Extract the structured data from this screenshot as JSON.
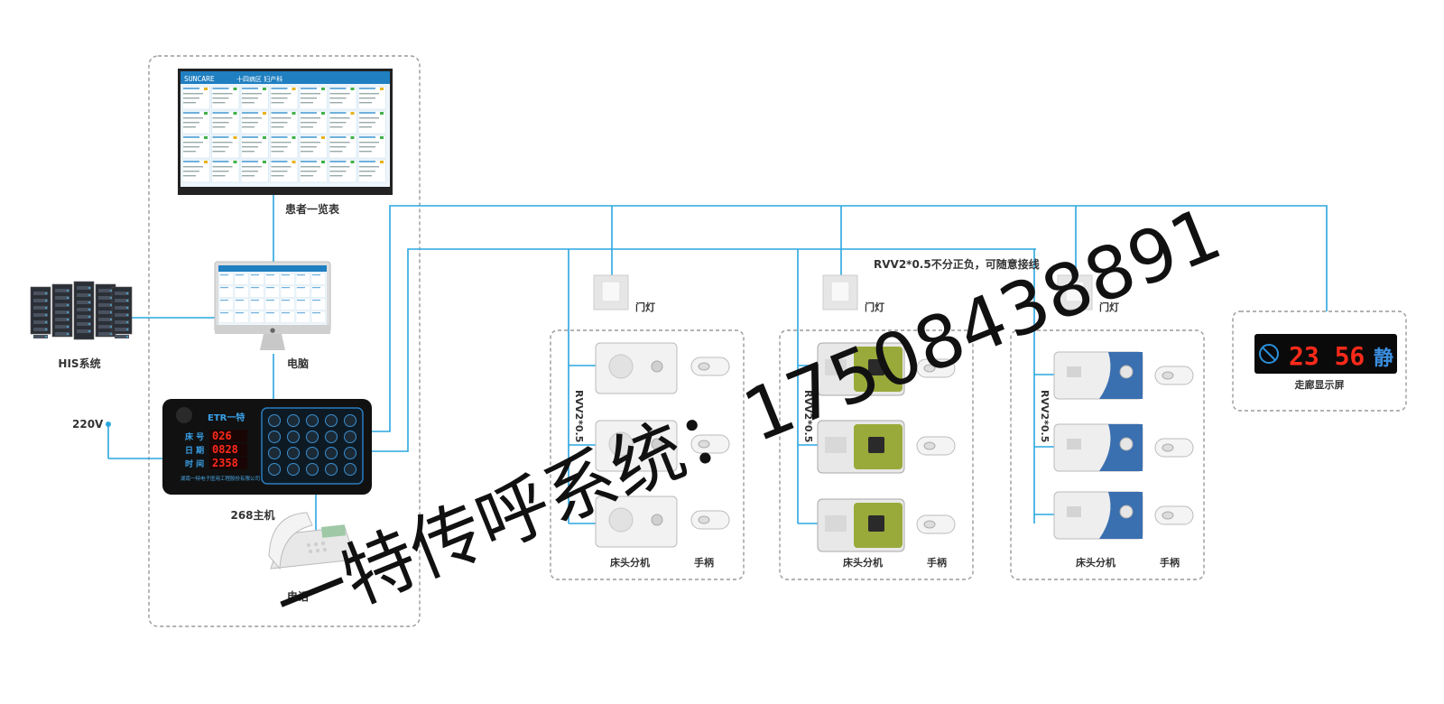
{
  "labels": {
    "patient_board": "患者一览表",
    "his": "HIS系统",
    "computer": "电脑",
    "power": "220V",
    "host": "268主机",
    "phone": "电话",
    "door_light": "门灯",
    "bedside": "床头分机",
    "handset": "手柄",
    "corridor": "走廊显示屏",
    "cable_main": "RVV2*0.5不分正负，可随意接线",
    "cable_a": "RVV2*0.5",
    "cable_b": "RVV2*0.5",
    "cable_c": "RVV2*0.5"
  },
  "screen": {
    "brand": "SUNCARE",
    "title": "十四病区 妇产科"
  },
  "host": {
    "brand": "ETR一特",
    "rows": [
      {
        "label": "床 号",
        "value": "026"
      },
      {
        "label": "日 期",
        "value": "0828"
      },
      {
        "label": "时 间",
        "value": "2358"
      }
    ],
    "company": "湖南一特电子医用工程股份有限公司"
  },
  "corridor": {
    "time": "23 56",
    "status": "静"
  },
  "watermark": {
    "text": "一特传呼系统：17508438891"
  },
  "colors": {
    "wire": "#2aa7e0",
    "segment": "#ff2a1a",
    "host_body": "#111111",
    "accent_green": "#8a9a2a",
    "accent_blue": "#3a6fb0"
  }
}
